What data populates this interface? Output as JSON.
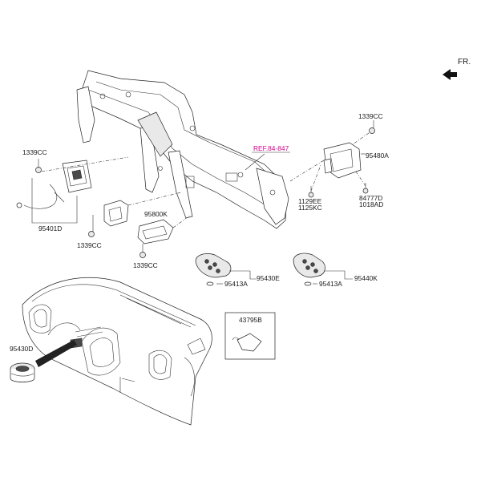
{
  "orientation": {
    "label": "FR."
  },
  "reference": {
    "label": "REF.84-847"
  },
  "colors": {
    "reference_text": "#d4008c",
    "line_art": "#222222"
  },
  "parts": {
    "p_1339cc_a": "1339CC",
    "p_1339cc_b": "1339CC",
    "p_1339cc_c": "1339CC",
    "p_1339cc_d": "1339CC",
    "p_95401d": "95401D",
    "p_95800k": "95800K",
    "p_95480a": "95480A",
    "p_1129ee": "1129EE",
    "p_1125kc": "1125KC",
    "p_84777d": "84777D",
    "p_1018ad": "1018AD",
    "p_95430e": "95430E",
    "p_95413a_a": "95413A",
    "p_95413a_b": "95413A",
    "p_95440k": "95440K",
    "p_43795b": "43795B",
    "p_95430d": "95430D"
  }
}
